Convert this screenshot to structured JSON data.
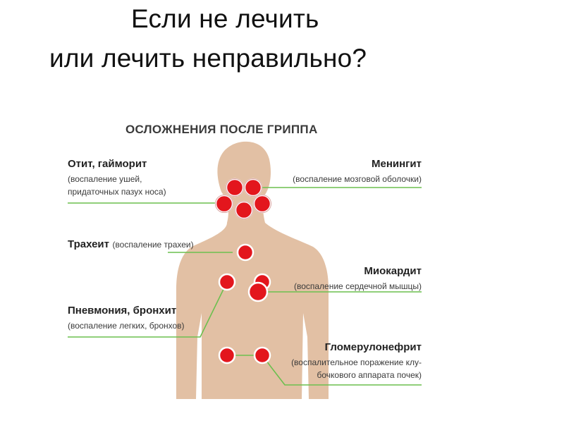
{
  "title": {
    "line1": "Если не лечить",
    "line2": "или лечить неправильно?"
  },
  "diagram": {
    "heading": "ОСЛОЖНЕНИЯ ПОСЛЕ ГРИППА",
    "complications": [
      {
        "name": "Отит, гайморит",
        "desc_line1": "(воспаление ушей,",
        "desc_line2": "придаточных пазух носа)"
      },
      {
        "name": "Менингит",
        "desc_line1": "(воспаление мозговой оболочки)"
      },
      {
        "name": "Трахеит",
        "desc_line1": "(воспаление трахеи)"
      },
      {
        "name": "Миокардит",
        "desc_line1": "(воспаление сердечной мышцы)"
      },
      {
        "name": "Пневмония, бронхит",
        "desc_line1": "(воспаление легких, бронхов)"
      },
      {
        "name": "Гломерулонефрит",
        "desc_line1": "(воспалительное поражение клу-",
        "desc_line2": "бочкового аппарата почек)"
      }
    ],
    "colors": {
      "body": "#e2c0a4",
      "marker": "#e3161d",
      "marker_ring": "#ffffff",
      "leader_line": "#6cbf4f"
    }
  }
}
